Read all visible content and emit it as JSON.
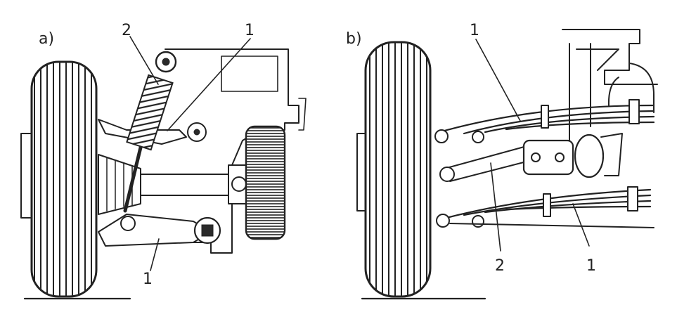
{
  "panel_a": {
    "label": "a)",
    "callouts": [
      "2",
      "1",
      "1"
    ]
  },
  "panel_b": {
    "label": "b)",
    "callouts": [
      "1",
      "2",
      "1"
    ]
  },
  "colors": {
    "ink": "#222222",
    "paper": "#ffffff"
  }
}
